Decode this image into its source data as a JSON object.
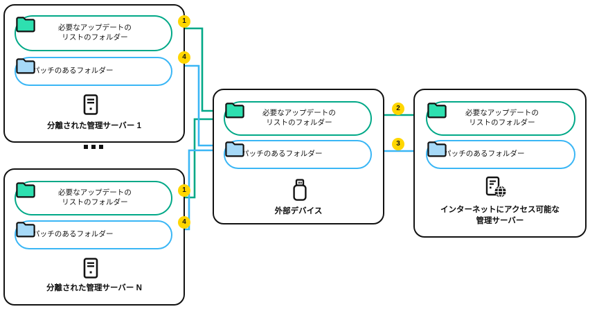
{
  "diagram": {
    "title_semantic": "patch-distribution-via-external-device",
    "colors": {
      "green": "#00a887",
      "blue": "#3ab6f5",
      "folder_green_fill": "#2ee0b0",
      "folder_blue_fill": "#a6d9f7",
      "badge_bg": "#ffd600",
      "outline": "#111111"
    },
    "labels": {
      "updates_folder": "必要なアップデートの\nリストのフォルダー",
      "updates_folder_line1": "必要なアップデートの",
      "updates_folder_line2": "リストのフォルダー",
      "patch_folder": "パッチのあるフォルダー"
    },
    "nodes": [
      {
        "id": "isolated-server-1",
        "title": "分離された管理サーバー 1",
        "icon": "server-icon",
        "folders": [
          "必要なアップデートの\nリストのフォルダー",
          "パッチのあるフォルダー"
        ]
      },
      {
        "id": "isolated-server-n",
        "title": "分離された管理サーバー N",
        "icon": "server-icon",
        "folders": [
          "必要なアップデートの\nリストのフォルダー",
          "パッチのあるフォルダー"
        ]
      },
      {
        "id": "external-device",
        "title": "外部デバイス",
        "icon": "usb-drive-icon",
        "folders": [
          "必要なアップデートの\nリストのフォルダー",
          "パッチのあるフォルダー"
        ]
      },
      {
        "id": "internet-connected-server",
        "title": "インターネットにアクセス可能な\n管理サーバー",
        "icon": "server-globe-icon",
        "folders": [
          "必要なアップデートの\nリストのフォルダー",
          "パッチのあるフォルダー"
        ]
      }
    ],
    "ellipsis": "...",
    "steps": [
      {
        "number": "1",
        "from": "isolated-server-1 / updates folder",
        "to": "external-device / updates folder",
        "color": "#00a887"
      },
      {
        "number": "1",
        "from": "isolated-server-n / updates folder",
        "to": "external-device / updates folder",
        "color": "#00a887"
      },
      {
        "number": "2",
        "from": "external-device / updates folder",
        "to": "internet-connected-server / updates folder",
        "color": "#00a887"
      },
      {
        "number": "3",
        "from": "internet-connected-server / patch folder",
        "to": "external-device / patch folder",
        "color": "#3ab6f5"
      },
      {
        "number": "4",
        "from": "external-device / patch folder",
        "to": "isolated-server-1 / patch folder",
        "color": "#3ab6f5"
      },
      {
        "number": "4",
        "from": "external-device / patch folder",
        "to": "isolated-server-n / patch folder",
        "color": "#3ab6f5"
      }
    ],
    "badges": [
      {
        "number": "1"
      },
      {
        "number": "4"
      },
      {
        "number": "1"
      },
      {
        "number": "4"
      },
      {
        "number": "2"
      },
      {
        "number": "3"
      }
    ]
  }
}
